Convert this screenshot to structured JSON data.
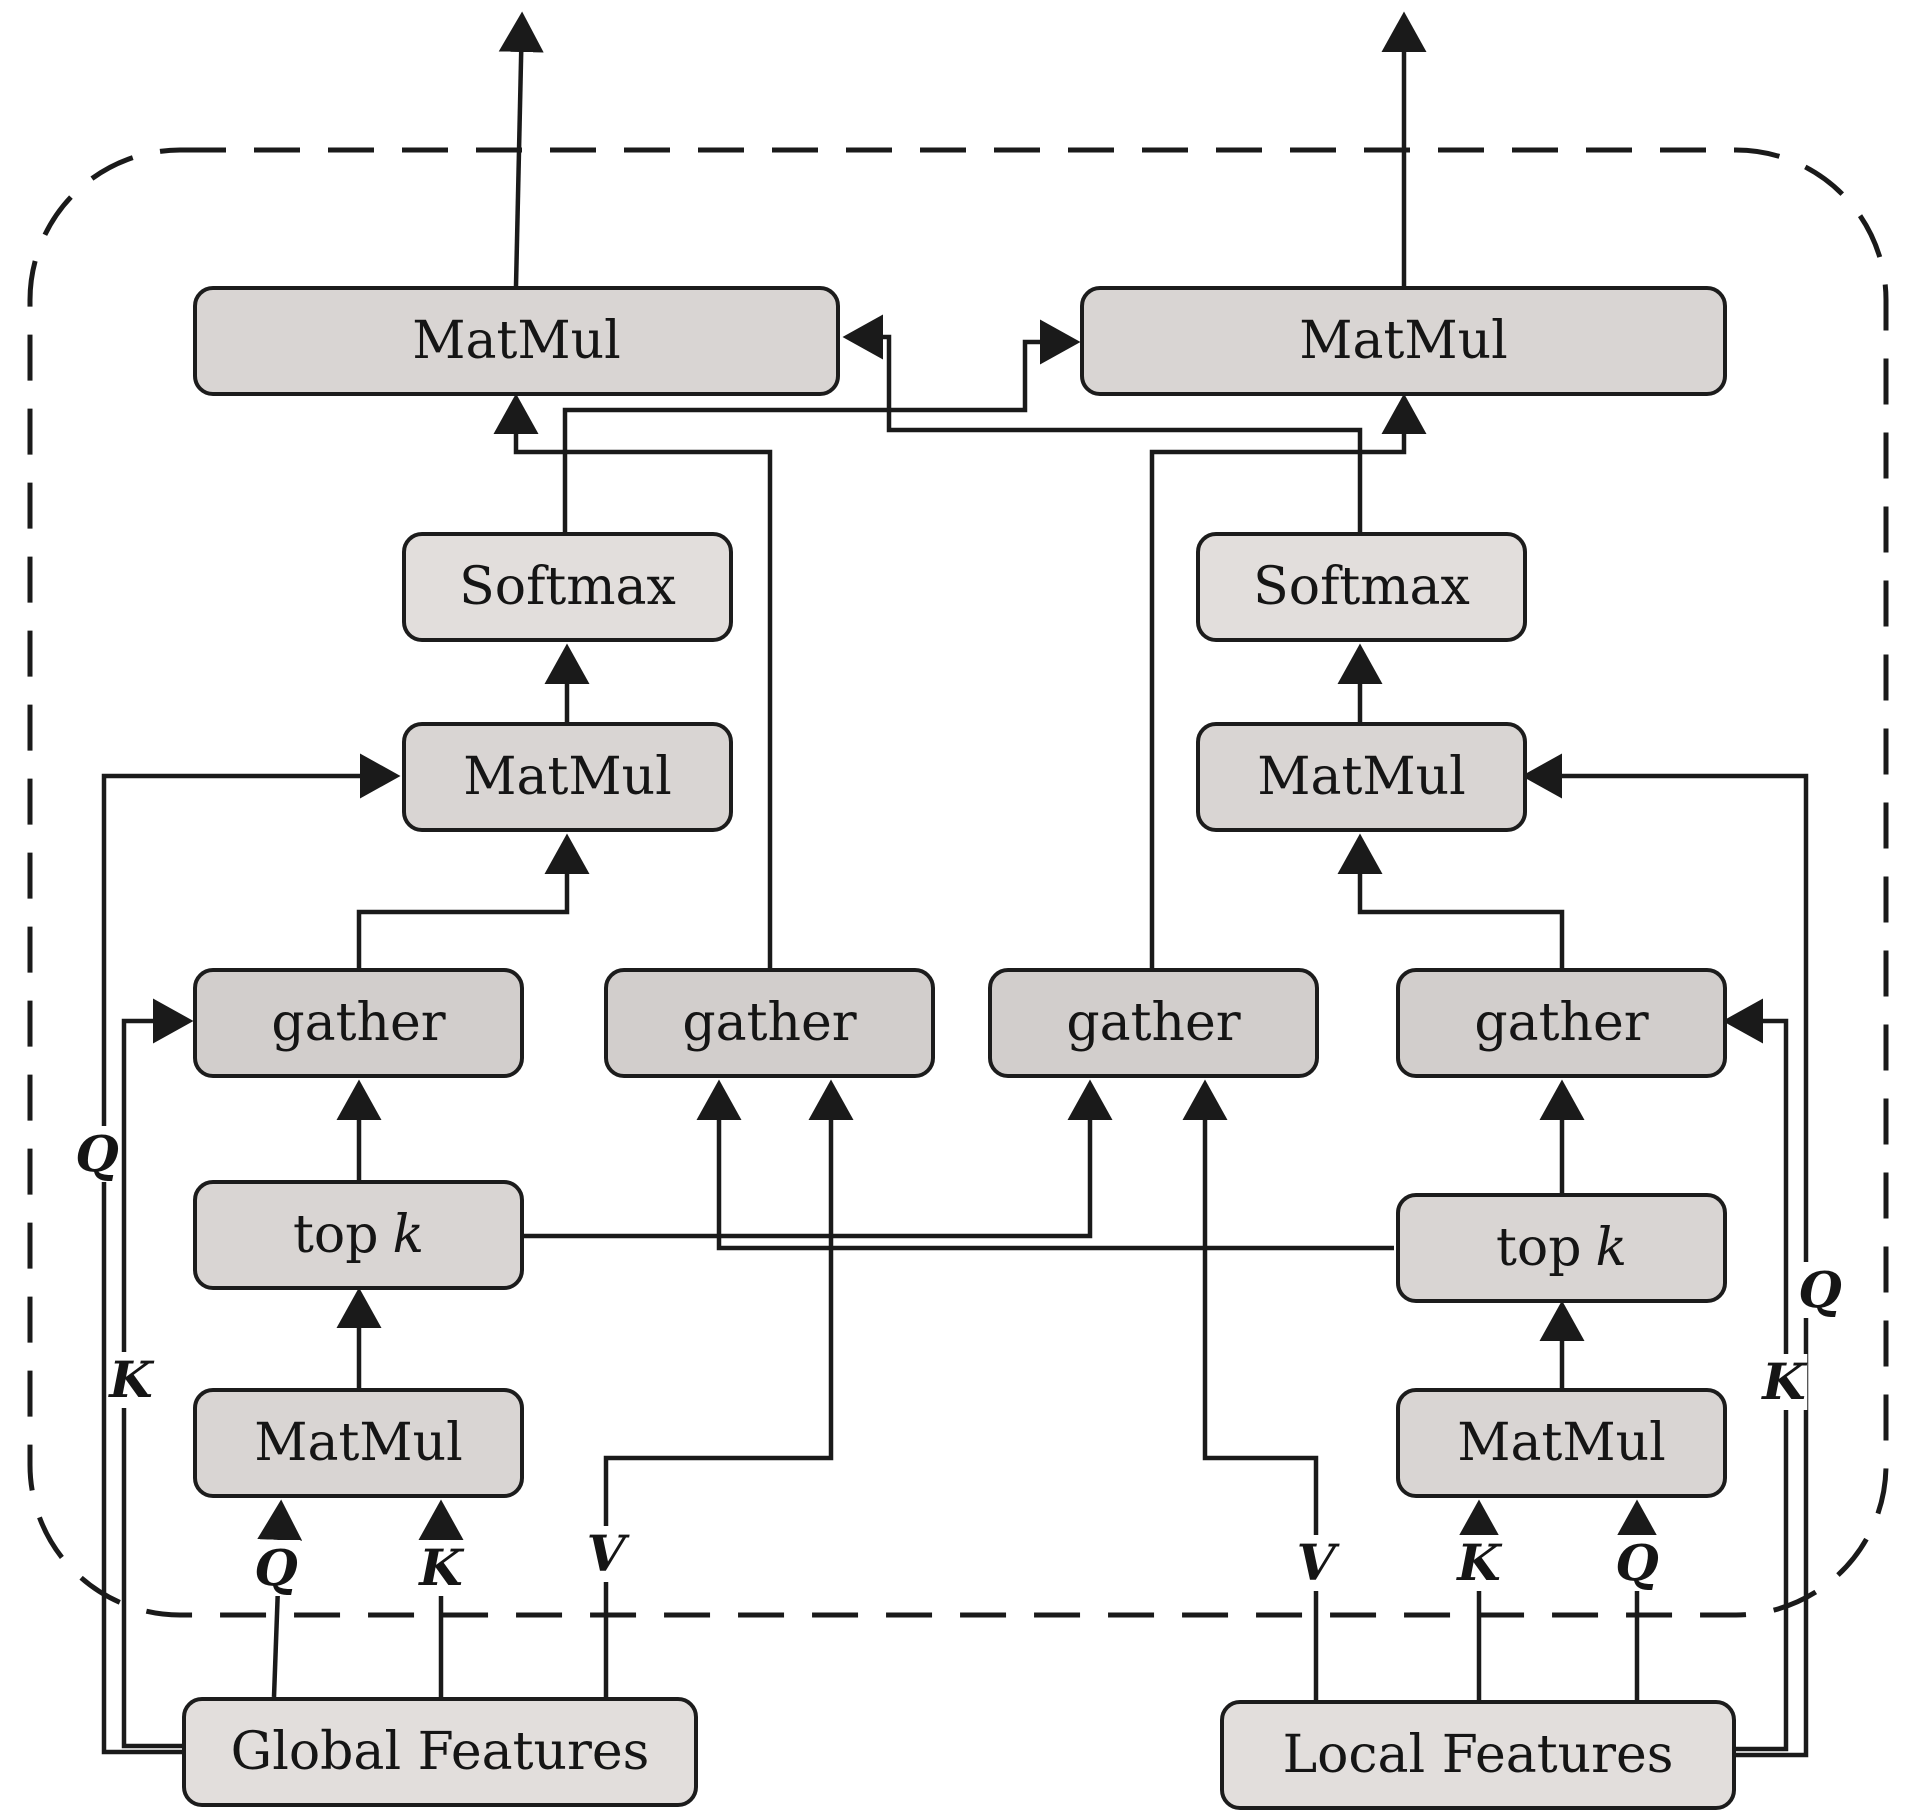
{
  "nodes": {
    "matmul_out_left": "MatMul",
    "matmul_out_right": "MatMul",
    "softmax_left": "Softmax",
    "softmax_right": "Softmax",
    "matmul_mid_left": "MatMul",
    "matmul_mid_right": "MatMul",
    "gather_1": "gather",
    "gather_2": "gather",
    "gather_3": "gather",
    "gather_4": "gather",
    "topk_left": "top",
    "topk_right": "top",
    "topk_var": "k",
    "matmul_in_left": "MatMul",
    "matmul_in_right": "MatMul",
    "global_features": "Global Features",
    "local_features": "Local Features"
  },
  "labels": {
    "q": "Q",
    "k": "K",
    "v": "V"
  }
}
